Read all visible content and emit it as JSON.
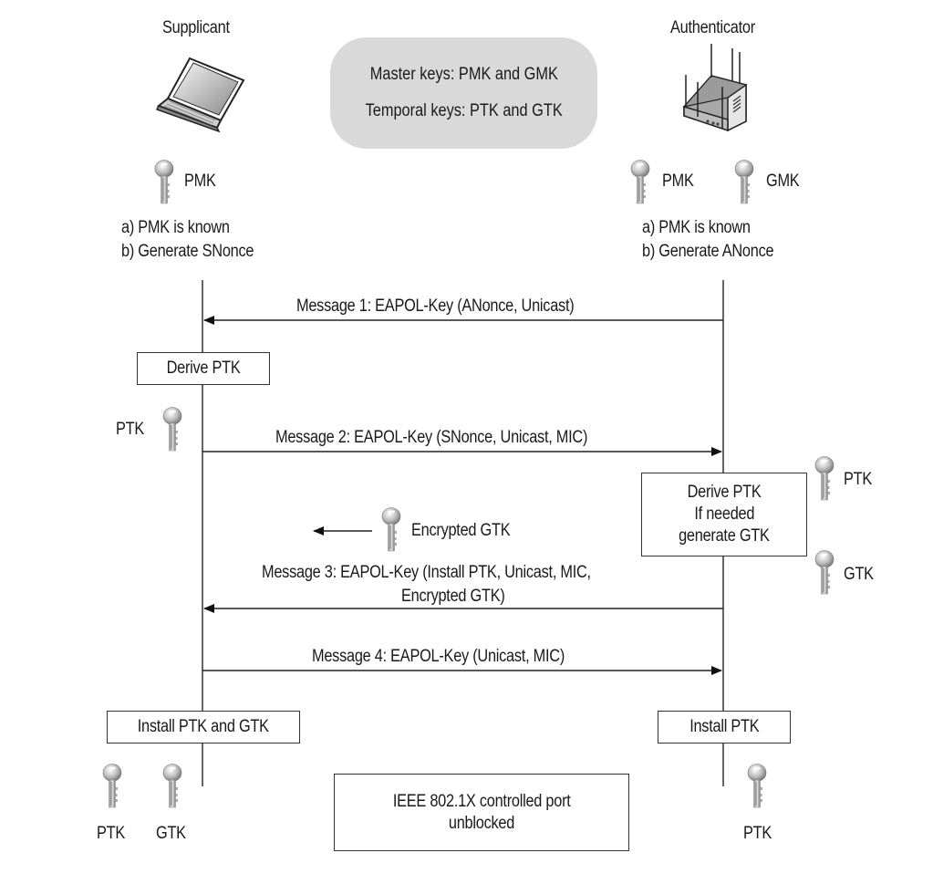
{
  "diagram": {
    "title": "IEEE 802.11i 4-Way Handshake",
    "supplicant": {
      "label": "Supplicant",
      "device_icon": "laptop-icon",
      "initial_key": "PMK",
      "notes": [
        "a) PMK is known",
        "b) Generate SNonce"
      ],
      "derive_box": "Derive PTK",
      "derived_key": "PTK",
      "install_box": "Install PTK and GTK",
      "final_keys": [
        "PTK",
        "GTK"
      ]
    },
    "authenticator": {
      "label": "Authenticator",
      "device_icon": "wireless-router-icon",
      "initial_keys": [
        "PMK",
        "GMK"
      ],
      "notes": [
        "a) PMK is known",
        "b) Generate ANonce"
      ],
      "derive_box": [
        "Derive PTK",
        "If needed",
        "generate GTK"
      ],
      "derived_keys": [
        "PTK",
        "GTK"
      ],
      "install_box": "Install PTK",
      "final_keys": [
        "PTK"
      ]
    },
    "legend": {
      "master": "Master keys: PMK and GMK",
      "temporal": "Temporal keys: PTK and GTK"
    },
    "messages": [
      {
        "label": "Message 1: EAPOL-Key (ANonce, Unicast)",
        "direction": "authenticator-to-supplicant"
      },
      {
        "label": "Message 2: EAPOL-Key (SNonce, Unicast, MIC)",
        "direction": "supplicant-to-authenticator"
      },
      {
        "label_line1": "Message 3: EAPOL-Key (Install PTK, Unicast, MIC,",
        "label_line2": "Encrypted GTK)",
        "direction": "authenticator-to-supplicant"
      },
      {
        "label": "Message 4: EAPOL-Key (Unicast, MIC)",
        "direction": "supplicant-to-authenticator"
      }
    ],
    "encrypted_gtk": "Encrypted GTK",
    "port_box": [
      "IEEE 802.1X controlled port",
      "unblocked"
    ]
  }
}
